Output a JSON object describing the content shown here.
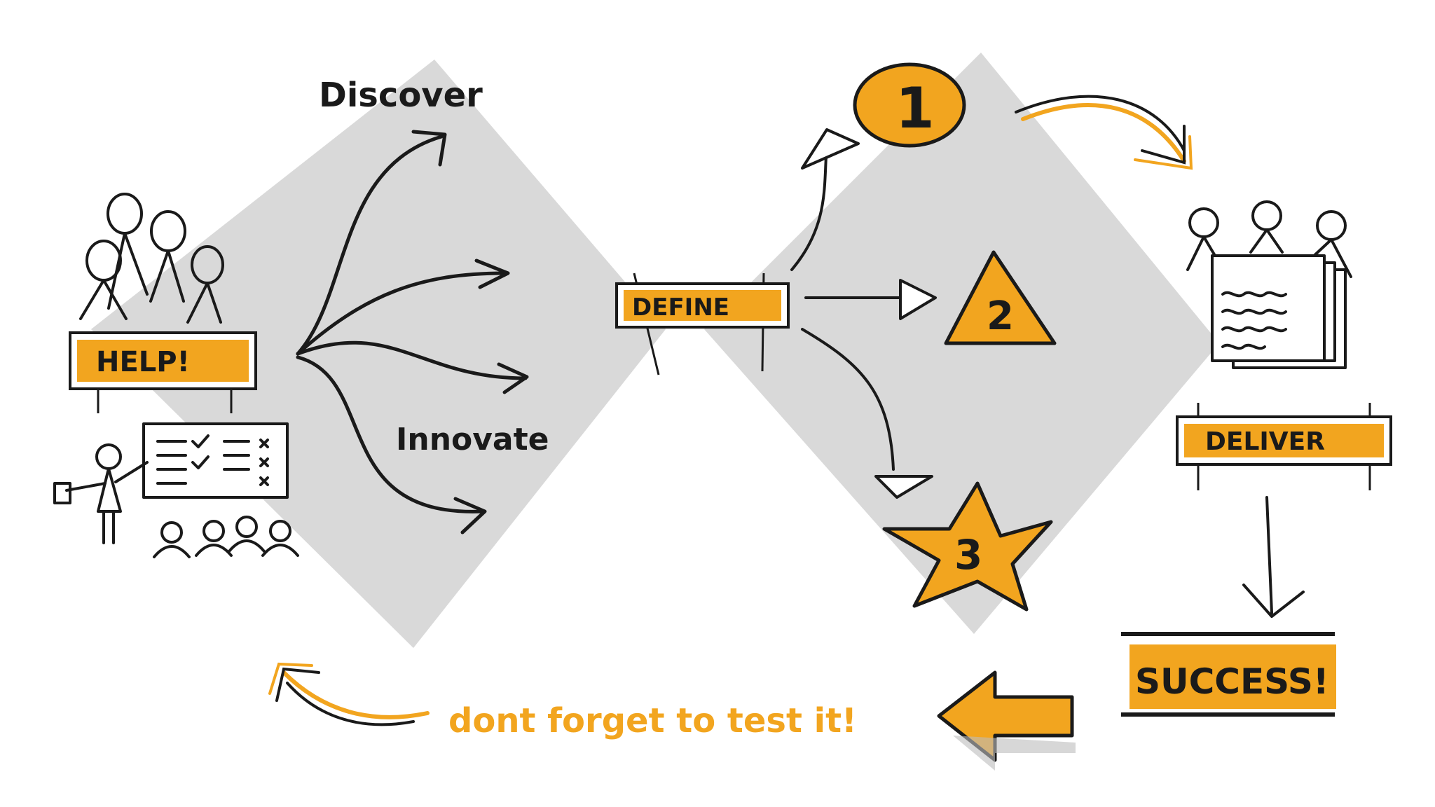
{
  "labels": {
    "discover": "Discover",
    "innovate": "Innovate",
    "help": "HELP!",
    "define": "DEFINE",
    "deliver": "DELIVER",
    "success": "SUCCESS!",
    "test_note": "dont forget to test it!"
  },
  "options": {
    "one": "1",
    "two": "2",
    "three": "3"
  },
  "colors": {
    "accent": "#F2A51F",
    "diamond": "#D9D9D9",
    "ink": "#1A1A1A"
  }
}
